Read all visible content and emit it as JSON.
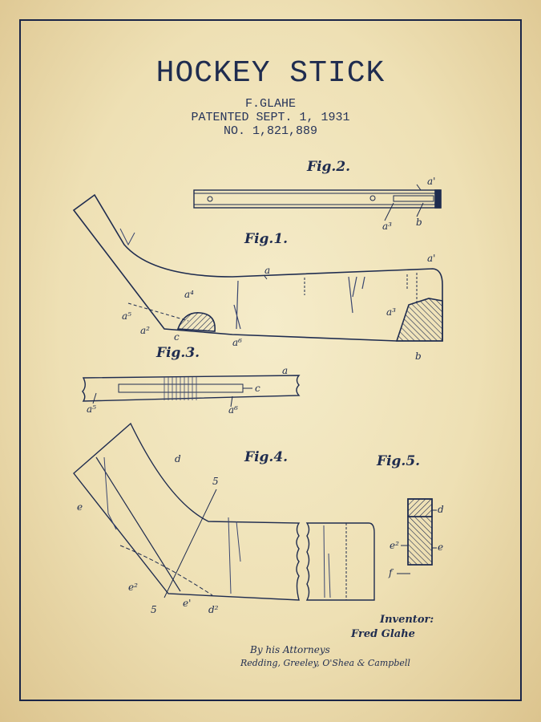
{
  "header": {
    "title": "HOCKEY STICK",
    "inventor_line": "F.GLAHE",
    "patent_date": "PATENTED SEPT. 1, 1931",
    "patent_number": "NO. 1,821,889"
  },
  "figures": [
    {
      "id": "fig1",
      "label": "Fig.1.",
      "callouts": [
        "a",
        "a'",
        "a²",
        "a³",
        "a⁴",
        "a⁵",
        "a⁶",
        "b",
        "c"
      ]
    },
    {
      "id": "fig2",
      "label": "Fig.2.",
      "callouts": [
        "a'",
        "a³",
        "b"
      ]
    },
    {
      "id": "fig3",
      "label": "Fig.3.",
      "callouts": [
        "a",
        "a⁵",
        "a⁶",
        "c"
      ]
    },
    {
      "id": "fig4",
      "label": "Fig.4.",
      "callouts": [
        "d",
        "e",
        "e²",
        "e'",
        "d²",
        "5",
        "5"
      ]
    },
    {
      "id": "fig5",
      "label": "Fig.5.",
      "callouts": [
        "d",
        "e",
        "e²",
        "f"
      ]
    }
  ],
  "signature": {
    "inventor_label": "Inventor:",
    "inventor_name": "Fred Glahe",
    "attorneys_label": "By his Attorneys",
    "attorneys_names": "Redding, Greeley, O'Shea & Campbell"
  },
  "colors": {
    "ink": "#1f2c4f",
    "paper": "#efe3bb",
    "frame": "#1a2547"
  }
}
